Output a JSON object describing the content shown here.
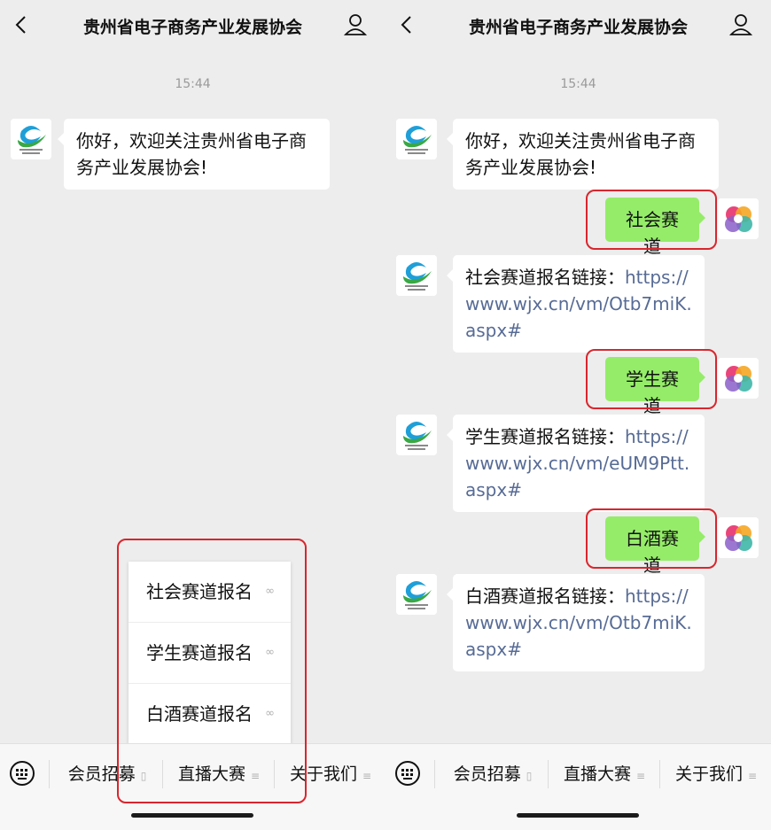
{
  "chat": {
    "title": "贵州省电子商务产业发展协会",
    "time": "15:44",
    "welcome_line1": "你好，欢迎关注贵州省电子商",
    "welcome_line2": "务产业发展协会!"
  },
  "menu": {
    "items": [
      "会员招募",
      "直播大赛",
      "关于我们"
    ],
    "popup": [
      "社会赛道报名",
      "学生赛道报名",
      "白酒赛道报名"
    ]
  },
  "conversation": [
    {
      "question": "社会赛道",
      "answer_prefix": "社会赛道报名链接：",
      "link_lines": [
        "https://",
        "www.wjx.cn/vm/Otb7miK.",
        "aspx#"
      ]
    },
    {
      "question": "学生赛道",
      "answer_prefix": "学生赛道报名链接：",
      "link_lines": [
        "https://",
        "www.wjx.cn/vm/eUM9Ptt.",
        "aspx#"
      ]
    },
    {
      "question": "白酒赛道",
      "answer_prefix": "白酒赛道报名链接：",
      "link_lines": [
        "https://",
        "www.wjx.cn/vm/Otb7miK.",
        "aspx#"
      ]
    }
  ],
  "colors": {
    "background": "#ededed",
    "outgoing_bubble": "#95ec69",
    "link": "#576b95",
    "highlight": "#d8262e"
  },
  "icons": {
    "back": "chevron-left-icon",
    "profile": "person-icon",
    "keyboard": "keyboard-icon",
    "org_avatar": "org-logo-icon",
    "user_avatar": "flower-avatar-icon"
  }
}
